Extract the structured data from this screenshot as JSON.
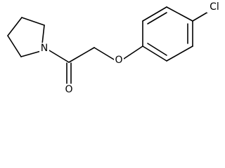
{
  "structure": {
    "atoms": {
      "nitrogen": "N",
      "carbonyl_oxygen": "O",
      "ether_oxygen": "O",
      "chlorine": "Cl"
    }
  },
  "colors": {
    "bond": "#000000",
    "label": "#000000",
    "background": "#ffffff"
  }
}
